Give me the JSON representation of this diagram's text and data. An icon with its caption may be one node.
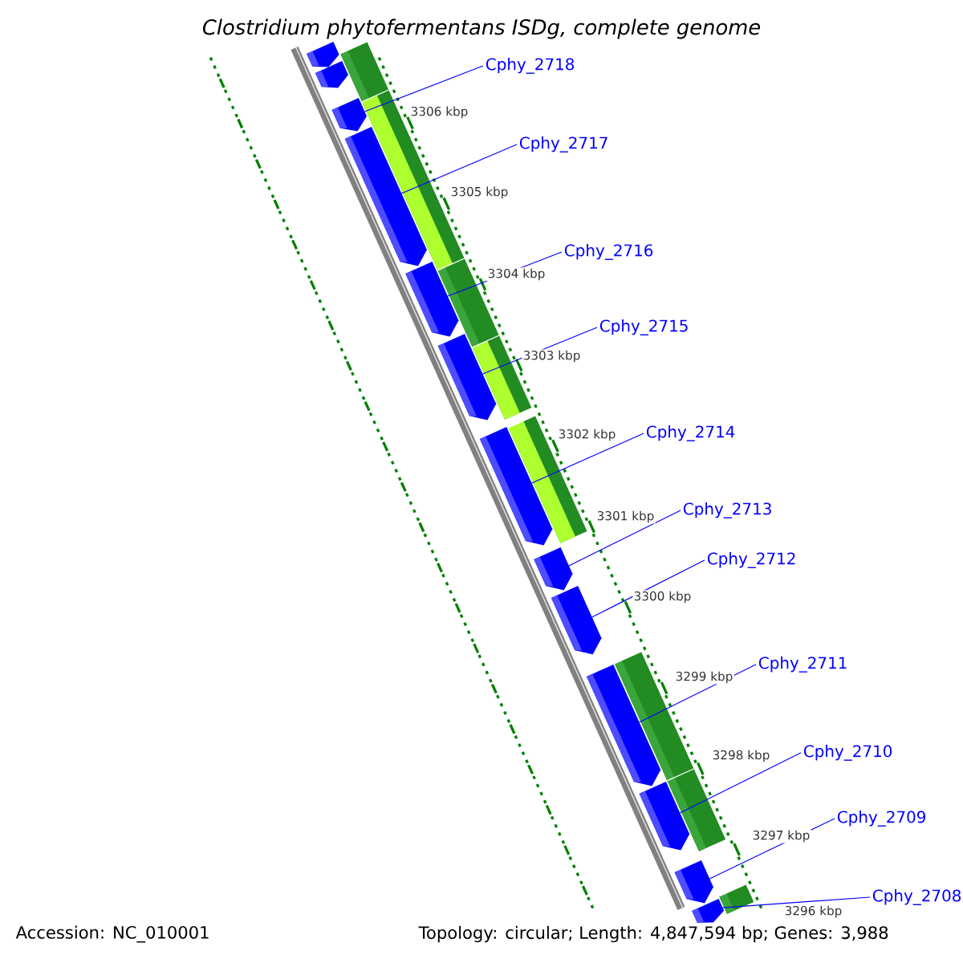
{
  "diagram": {
    "title": "Clostridium phytofermentans ISDg, complete genome",
    "nodes": [
      {
        "text": [
          "Cphy_2718"
        ]
      },
      {
        "text": [
          "Cphy_2717"
        ]
      },
      {
        "text": [
          "Cphy_2716"
        ]
      },
      {
        "text": [
          "Cphy_2715"
        ]
      },
      {
        "text": [
          "Cphy_2714"
        ]
      },
      {
        "text": [
          "Cphy_2713"
        ]
      },
      {
        "text": [
          "Cphy_2712"
        ]
      },
      {
        "text": [
          "Cphy_2711"
        ]
      },
      {
        "text": [
          "Cphy_2710"
        ]
      },
      {
        "text": [
          "Cphy_2709"
        ]
      },
      {
        "text": [
          "Cphy_2708"
        ]
      },
      {
        "text": [],
        "shape": "arrow"
      },
      {
        "text": [],
        "shape": "arrow"
      },
      {
        "text": [],
        "shape": "arrow"
      },
      {
        "text": [],
        "shape": "arrow"
      },
      {
        "text": [],
        "shape": "arrow"
      },
      {
        "text": [],
        "shape": "arrow"
      },
      {
        "text": [],
        "shape": "arrow"
      },
      {
        "text": [],
        "shape": "arrow"
      },
      {
        "text": [],
        "shape": "arrow"
      },
      {
        "text": [],
        "shape": "arrow"
      },
      {
        "text": [],
        "shape": "arrow"
      },
      {
        "text": [],
        "shape": "arrow"
      },
      {
        "text": [],
        "shape": "arrow"
      }
    ],
    "edges": [
      {
        "from": 0,
        "to": 13,
        "arrow": "none"
      },
      {
        "from": 1,
        "to": 14,
        "arrow": "none"
      },
      {
        "from": 2,
        "to": 15,
        "arrow": "none"
      },
      {
        "from": 3,
        "to": 16,
        "arrow": "none"
      },
      {
        "from": 4,
        "to": 17,
        "arrow": "none"
      },
      {
        "from": 5,
        "to": 18,
        "arrow": "none"
      },
      {
        "from": 6,
        "to": 19,
        "arrow": "none"
      },
      {
        "from": 7,
        "to": 20,
        "arrow": "none"
      },
      {
        "from": 8,
        "to": 21,
        "arrow": "none"
      },
      {
        "from": 9,
        "to": 22,
        "arrow": "none"
      },
      {
        "from": 10,
        "to": 23,
        "arrow": "none"
      }
    ],
    "labels": [
      "3306 kbp",
      "3305 kbp",
      "3304 kbp",
      "3303 kbp",
      "3302 kbp",
      "3301 kbp",
      "3300 kbp",
      "3299 kbp",
      "3298 kbp",
      "3297 kbp",
      "3296 kbp",
      "Accession: NC_010001",
      "Topology: circular; Length: 4,847,594 bp; Genes: 3,988"
    ]
  }
}
